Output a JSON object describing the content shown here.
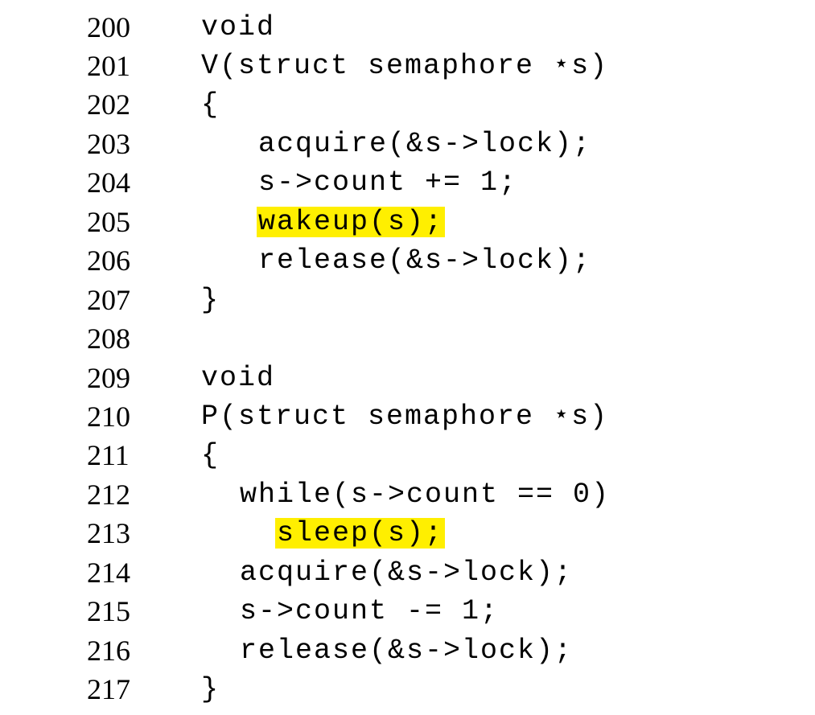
{
  "highlight_color": "#ffef00",
  "lines": [
    {
      "number": "200",
      "code": "void"
    },
    {
      "number": "201",
      "code": "V(struct semaphore ⋆s)"
    },
    {
      "number": "202",
      "code": "{"
    },
    {
      "number": "203",
      "code": "acquire(&s->lock);"
    },
    {
      "number": "204",
      "code": "s->count += 1;"
    },
    {
      "number": "205",
      "code": "wakeup(s);"
    },
    {
      "number": "206",
      "code": "release(&s->lock);"
    },
    {
      "number": "207",
      "code": "}"
    },
    {
      "number": "208",
      "code": ""
    },
    {
      "number": "209",
      "code": "void"
    },
    {
      "number": "210",
      "code": "P(struct semaphore ⋆s)"
    },
    {
      "number": "211",
      "code": "{"
    },
    {
      "number": "212",
      "code": "while(s->count == 0)"
    },
    {
      "number": "213",
      "code": "sleep(s);"
    },
    {
      "number": "214",
      "code": "acquire(&s->lock);"
    },
    {
      "number": "215",
      "code": "s->count -= 1;"
    },
    {
      "number": "216",
      "code": "release(&s->lock);"
    },
    {
      "number": "217",
      "code": "}"
    }
  ]
}
